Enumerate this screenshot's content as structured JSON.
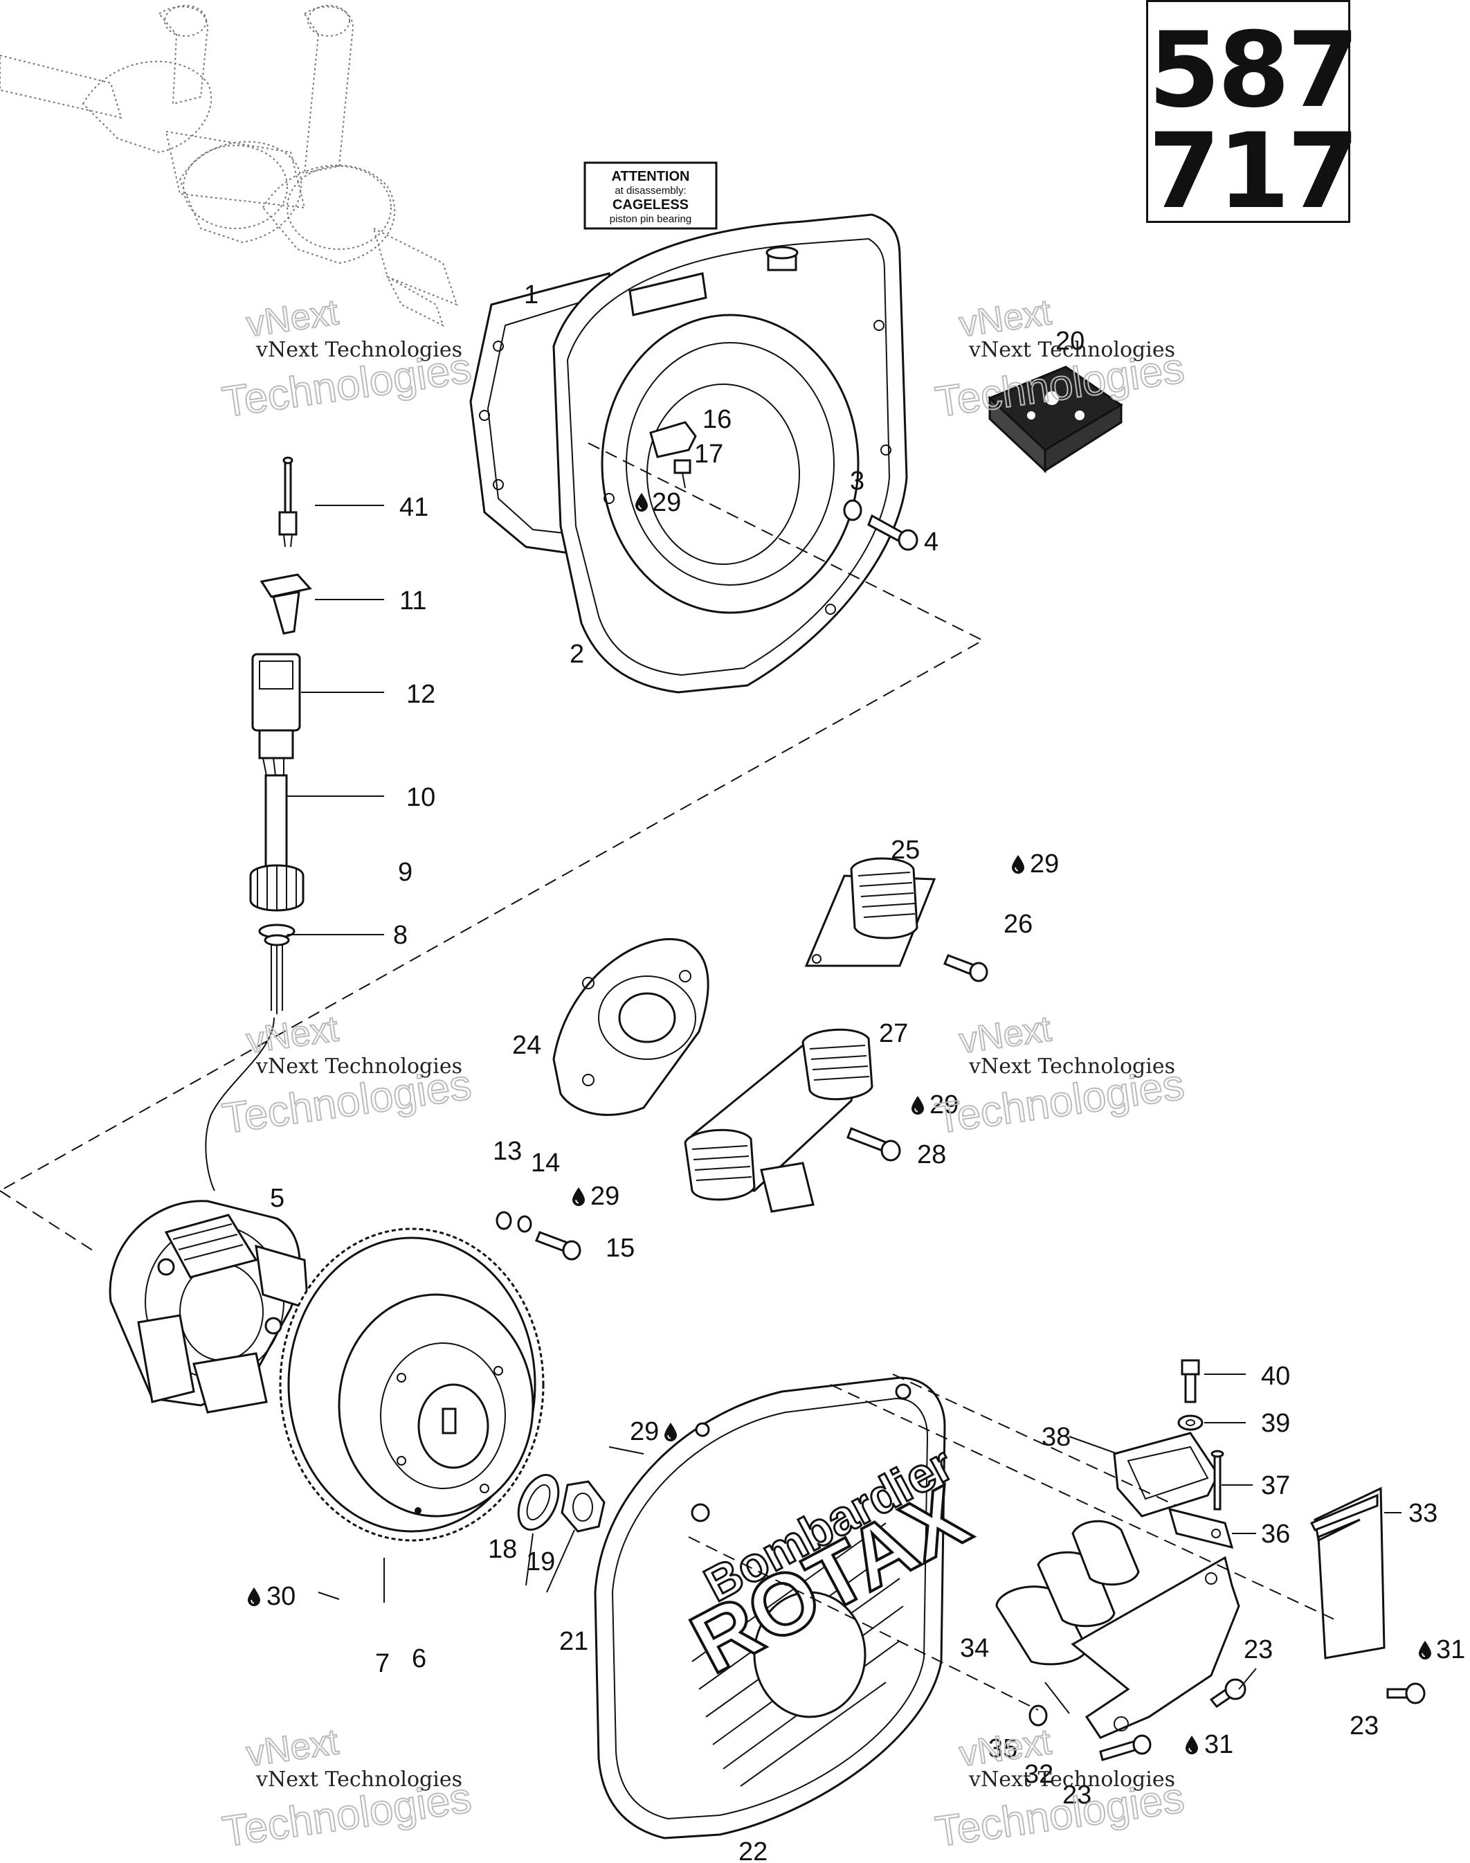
{
  "model_box": {
    "line1": "587",
    "line2": "717"
  },
  "attention_label": {
    "line1": "ATTENTION",
    "line2": "at disassembly:",
    "line3": "CAGELESS",
    "line4": "piston pin bearing"
  },
  "brand_lettering": {
    "line1": "Bombardier",
    "line2": "ROTAX"
  },
  "watermark": {
    "small": "vNext Technologies",
    "top": "vNext",
    "large": "Technologies"
  },
  "callouts": [
    {
      "id": "c1",
      "number": "1"
    },
    {
      "id": "c2",
      "number": "2"
    },
    {
      "id": "c3",
      "number": "3"
    },
    {
      "id": "c4",
      "number": "4"
    },
    {
      "id": "c5",
      "number": "5"
    },
    {
      "id": "c6",
      "number": "6"
    },
    {
      "id": "c7",
      "number": "7"
    },
    {
      "id": "c8",
      "number": "8"
    },
    {
      "id": "c9",
      "number": "9"
    },
    {
      "id": "c10",
      "number": "10"
    },
    {
      "id": "c11",
      "number": "11"
    },
    {
      "id": "c12",
      "number": "12"
    },
    {
      "id": "c13",
      "number": "13"
    },
    {
      "id": "c14",
      "number": "14"
    },
    {
      "id": "c15",
      "number": "15"
    },
    {
      "id": "c16",
      "number": "16"
    },
    {
      "id": "c17",
      "number": "17"
    },
    {
      "id": "c18",
      "number": "18"
    },
    {
      "id": "c19",
      "number": "19"
    },
    {
      "id": "c20",
      "number": "20"
    },
    {
      "id": "c21",
      "number": "21"
    },
    {
      "id": "c22",
      "number": "22"
    },
    {
      "id": "c23a",
      "number": "23"
    },
    {
      "id": "c23b",
      "number": "23"
    },
    {
      "id": "c23c",
      "number": "23"
    },
    {
      "id": "c24",
      "number": "24"
    },
    {
      "id": "c25",
      "number": "25"
    },
    {
      "id": "c26",
      "number": "26"
    },
    {
      "id": "c27",
      "number": "27"
    },
    {
      "id": "c28",
      "number": "28"
    },
    {
      "id": "c29a",
      "number": "29"
    },
    {
      "id": "c29b",
      "number": "29"
    },
    {
      "id": "c29c",
      "number": "29"
    },
    {
      "id": "c29d",
      "number": "29"
    },
    {
      "id": "c29e",
      "number": "29"
    },
    {
      "id": "c30",
      "number": "30"
    },
    {
      "id": "c31a",
      "number": "31"
    },
    {
      "id": "c31b",
      "number": "31"
    },
    {
      "id": "c32",
      "number": "32"
    },
    {
      "id": "c33",
      "number": "33"
    },
    {
      "id": "c34",
      "number": "34"
    },
    {
      "id": "c35",
      "number": "35"
    },
    {
      "id": "c36",
      "number": "36"
    },
    {
      "id": "c37",
      "number": "37"
    },
    {
      "id": "c38",
      "number": "38"
    },
    {
      "id": "c39",
      "number": "39"
    },
    {
      "id": "c40",
      "number": "40"
    },
    {
      "id": "c41",
      "number": "41"
    }
  ]
}
